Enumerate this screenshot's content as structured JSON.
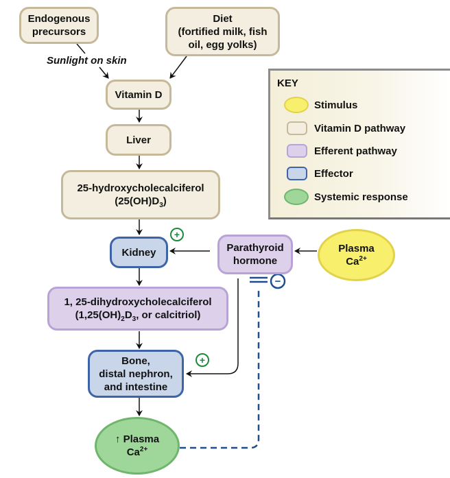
{
  "nodes": {
    "endogenous": {
      "line1": "Endogenous",
      "line2": "precursors"
    },
    "diet": {
      "line1": "Diet",
      "line2": "(fortified milk, fish",
      "line3": "oil, egg yolks)"
    },
    "sunlight_label": "Sunlight on skin",
    "vitamin_d": "Vitamin D",
    "liver": "Liver",
    "hydroxy25": {
      "line1": "25-hydroxycholecalciferol",
      "line2_pre": "(25(OH)D",
      "line2_sub": "3",
      "line2_post": ")"
    },
    "kidney": "Kidney",
    "pth": {
      "line1": "Parathyroid",
      "line2": "hormone"
    },
    "plasma_ca_stimulus": {
      "line1": "Plasma",
      "line2_pre": "Ca",
      "line2_sup": "2+"
    },
    "calcitriol": {
      "line1": "1, 25-dihydroxycholecalciferol",
      "line2_pre": "(1,25(OH)",
      "line2_sub1": "2",
      "line2_mid": "D",
      "line2_sub2": "3",
      "line2_post": ", or calcitriol)"
    },
    "effector": {
      "line1": "Bone,",
      "line2": "distal nephron,",
      "line3": "and intestine"
    },
    "response": {
      "arrow": "↑",
      "line1": "Plasma",
      "line2_pre": "Ca",
      "line2_sup": "2+"
    }
  },
  "signs": {
    "plus": "+",
    "minus": "−"
  },
  "key": {
    "title": "KEY",
    "items": [
      {
        "label": "Stimulus"
      },
      {
        "label": "Vitamin D pathway"
      },
      {
        "label": "Efferent pathway"
      },
      {
        "label": "Effector"
      },
      {
        "label": "Systemic response"
      }
    ]
  },
  "colors": {
    "stimulus": "#f8ef6d",
    "vitamin_d_pathway": "#f3eedf",
    "efferent_pathway": "#dcd0ea",
    "effector": "#c9d6ea",
    "systemic_response": "#9fd79a",
    "plus_sign": "#1a8a3a",
    "minus_sign": "#1d4f8f"
  }
}
